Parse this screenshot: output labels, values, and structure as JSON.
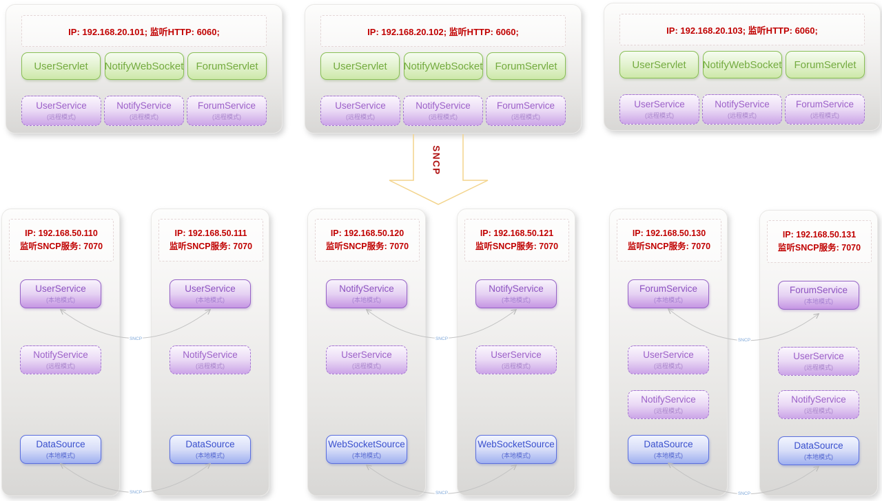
{
  "app_servers": [
    {
      "ip": "IP: 192.168.20.101;  监听HTTP: 6060;",
      "servlets": [
        "UserServlet",
        "NotifyWebSocket",
        "ForumServlet"
      ],
      "services": [
        {
          "name": "UserService",
          "mode": "(远程模式)"
        },
        {
          "name": "NotifyService",
          "mode": "(远程模式)"
        },
        {
          "name": "ForumService",
          "mode": "(远程模式)"
        }
      ]
    },
    {
      "ip": "IP: 192.168.20.102;  监听HTTP: 6060;",
      "servlets": [
        "UserServlet",
        "NotifyWebSocket",
        "ForumServlet"
      ],
      "services": [
        {
          "name": "UserService",
          "mode": "(远程模式)"
        },
        {
          "name": "NotifyService",
          "mode": "(远程模式)"
        },
        {
          "name": "ForumService",
          "mode": "(远程模式)"
        }
      ]
    },
    {
      "ip": "IP: 192.168.20.103;  监听HTTP: 6060;",
      "servlets": [
        "UserServlet",
        "NotifyWebSocket",
        "ForumServlet"
      ],
      "services": [
        {
          "name": "UserService",
          "mode": "(远程模式)"
        },
        {
          "name": "NotifyService",
          "mode": "(远程模式)"
        },
        {
          "name": "ForumService",
          "mode": "(远程模式)"
        }
      ]
    }
  ],
  "sncp_arrow_label": "SNCP",
  "link_label": "SNCP",
  "service_nodes": [
    {
      "ip_line1": "IP: 192.168.50.110",
      "ip_line2": "监听SNCP服务: 7070",
      "services": [
        {
          "name": "UserService",
          "mode": "(本地模式)"
        },
        {
          "name": "NotifyService",
          "mode": "(远程模式)"
        },
        {
          "name": "DataSource",
          "mode": "(本地模式)"
        }
      ]
    },
    {
      "ip_line1": "IP: 192.168.50.111",
      "ip_line2": "监听SNCP服务: 7070",
      "services": [
        {
          "name": "UserService",
          "mode": "(本地模式)"
        },
        {
          "name": "NotifyService",
          "mode": "(远程模式)"
        },
        {
          "name": "DataSource",
          "mode": "(本地模式)"
        }
      ]
    },
    {
      "ip_line1": "IP: 192.168.50.120",
      "ip_line2": "监听SNCP服务: 7070",
      "services": [
        {
          "name": "NotifyService",
          "mode": "(本地模式)"
        },
        {
          "name": "UserService",
          "mode": "(远程模式)"
        },
        {
          "name": "WebSocketSource",
          "mode": "(本地模式)"
        }
      ]
    },
    {
      "ip_line1": "IP: 192.168.50.121",
      "ip_line2": "监听SNCP服务: 7070",
      "services": [
        {
          "name": "NotifyService",
          "mode": "(本地模式)"
        },
        {
          "name": "UserService",
          "mode": "(远程模式)"
        },
        {
          "name": "WebSocketSource",
          "mode": "(本地模式)"
        }
      ]
    },
    {
      "ip_line1": "IP: 192.168.50.130",
      "ip_line2": "监听SNCP服务: 7070",
      "services": [
        {
          "name": "ForumService",
          "mode": "(本地模式)"
        },
        {
          "name": "UserService",
          "mode": "(远程模式)"
        },
        {
          "name": "NotifyService",
          "mode": "(远程模式)"
        },
        {
          "name": "DataSource",
          "mode": "(本地模式)"
        }
      ]
    },
    {
      "ip_line1": "IP: 192.168.50.131",
      "ip_line2": "监听SNCP服务: 7070",
      "services": [
        {
          "name": "ForumService",
          "mode": "(本地模式)"
        },
        {
          "name": "UserService",
          "mode": "(远程模式)"
        },
        {
          "name": "NotifyService",
          "mode": "(远程模式)"
        },
        {
          "name": "DataSource",
          "mode": "(本地模式)"
        }
      ]
    }
  ]
}
